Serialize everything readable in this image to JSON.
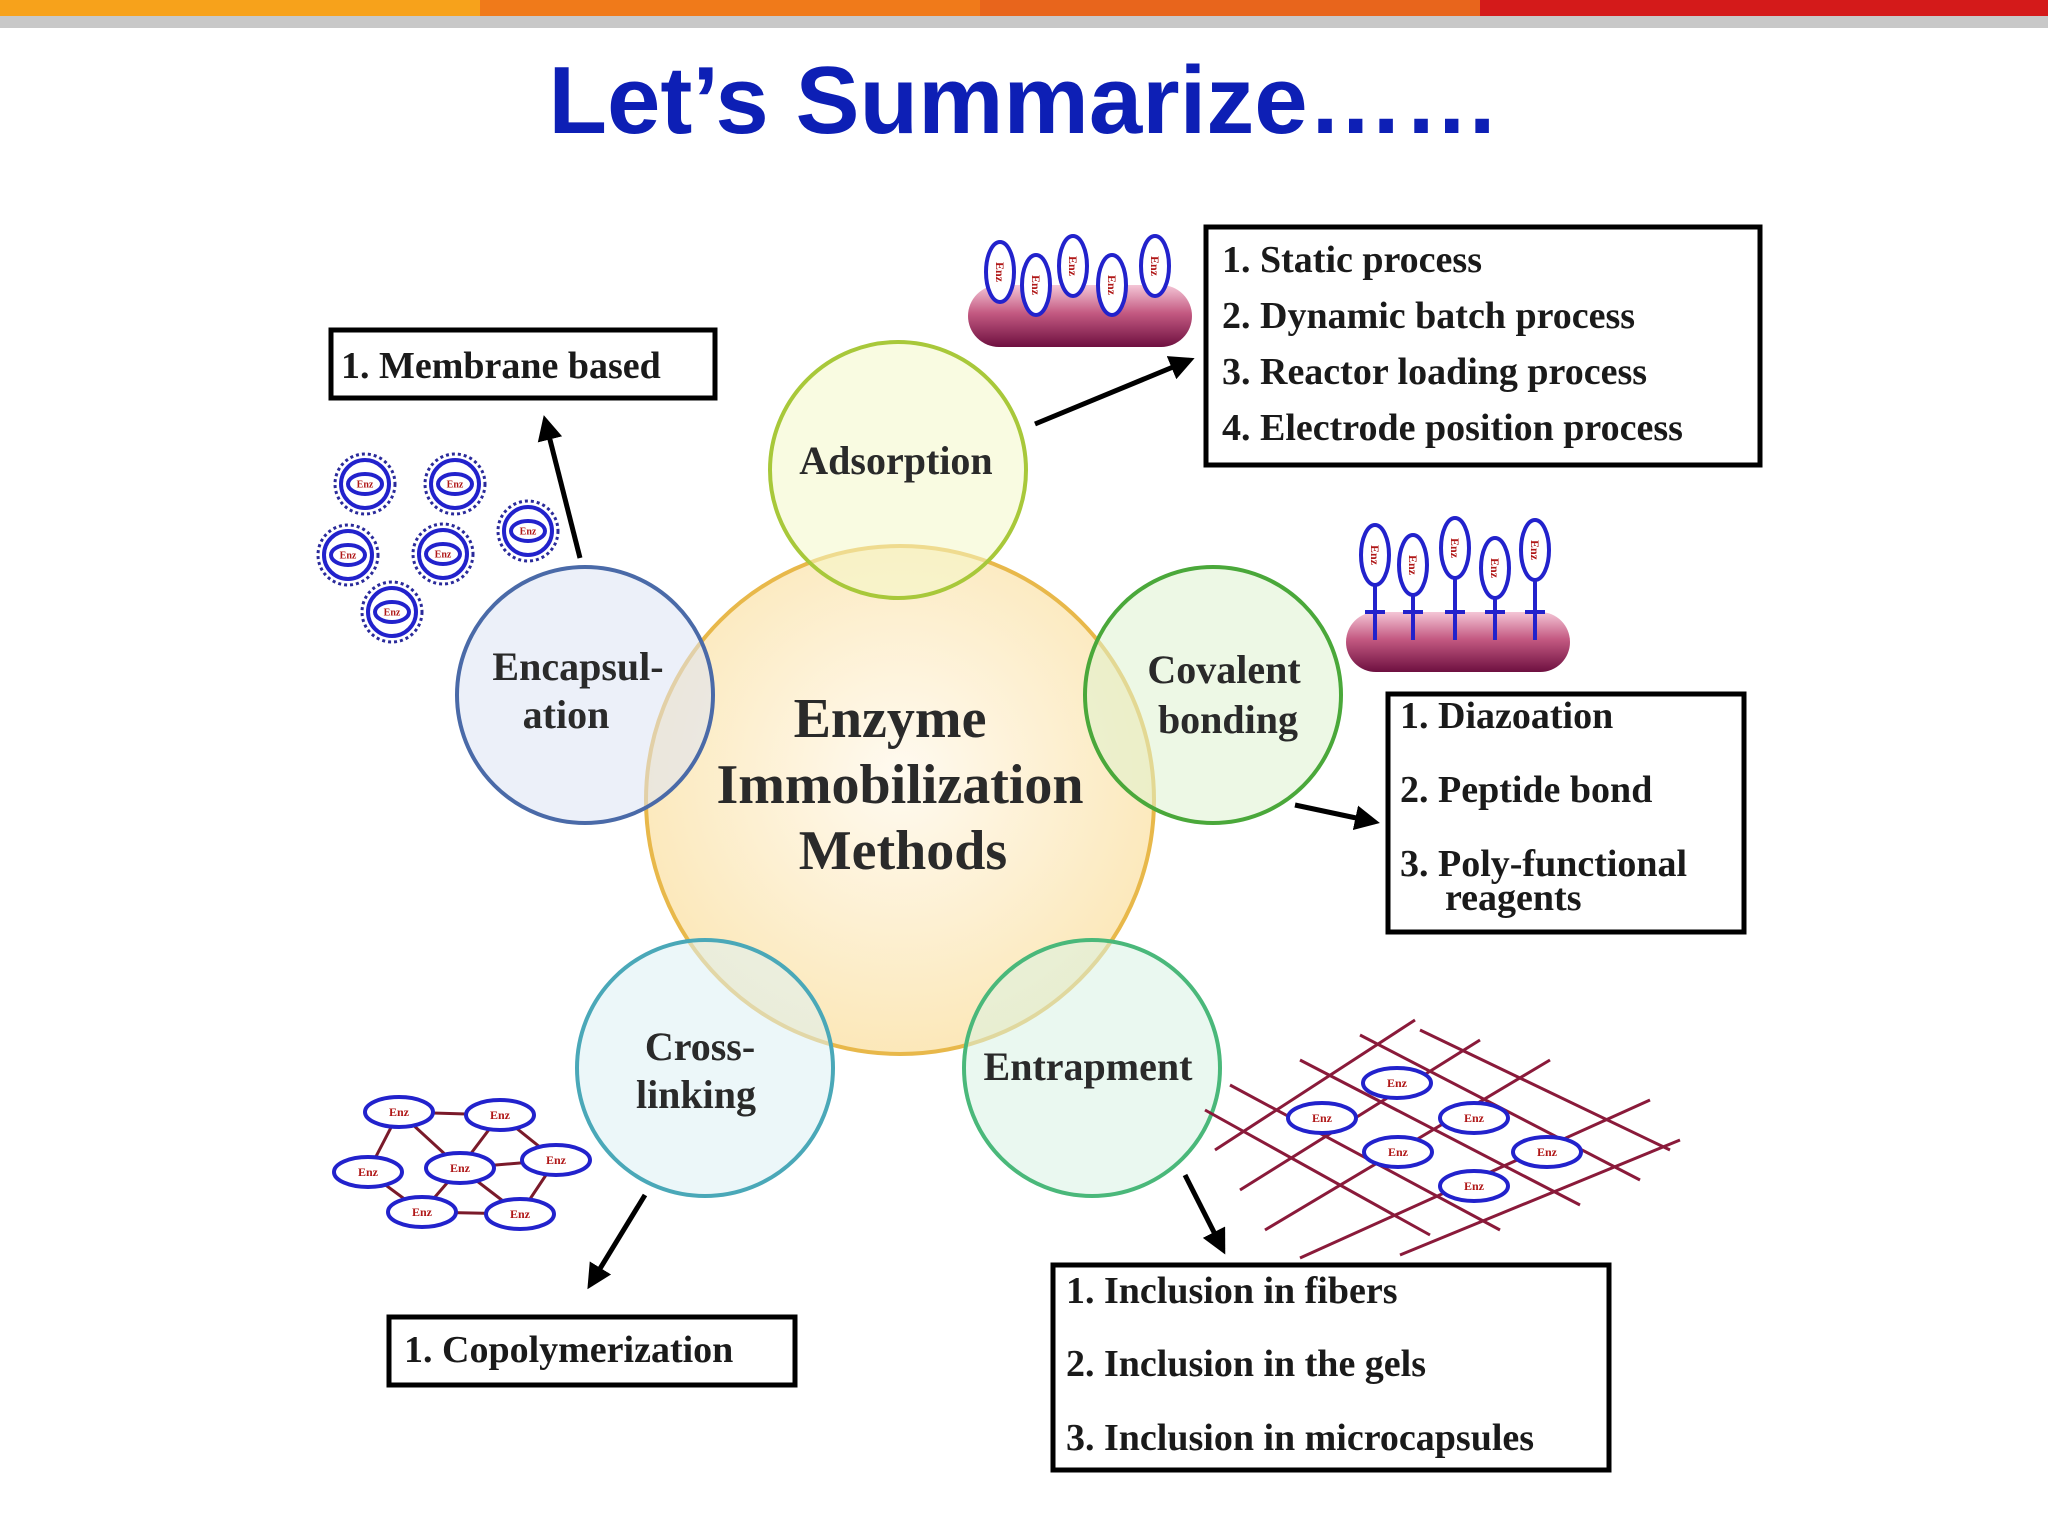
{
  "title": "Let’s Summarize……",
  "center": {
    "line1": "Enzyme",
    "line2": "Immobilization",
    "line3": "Methods"
  },
  "methods": {
    "adsorption": "Adsorption",
    "covalent": {
      "line1": "Covalent",
      "line2": "bonding"
    },
    "entrapment": "Entrapment",
    "crosslinking": {
      "line1": "Cross-",
      "line2": "linking"
    },
    "encapsulation": {
      "line1": "Encapsul-",
      "line2": "ation"
    }
  },
  "boxes": {
    "adsorption": [
      "1. Static process",
      "2. Dynamic batch process",
      "3. Reactor loading process",
      "4. Electrode position process"
    ],
    "covalent": [
      "1. Diazoation",
      "2. Peptide bond",
      "3. Poly-functional",
      "reagents"
    ],
    "entrapment": [
      "1. Inclusion in fibers",
      "2. Inclusion in the gels",
      "3. Inclusion in microcapsules"
    ],
    "crosslinking": [
      "1. Copolymerization"
    ],
    "encapsulation": [
      "1. Membrane based"
    ]
  },
  "enzyme_label": "Enz",
  "colors": {
    "title": "#0d1fb5",
    "topbar": [
      "#f7a21b",
      "#f07a1a",
      "#e8651c",
      "#d41a1a"
    ],
    "center_fill": "#fdf0cf",
    "center_stroke": "#e8b84a",
    "adsorption_fill": "#f4f7c8",
    "adsorption_stroke": "#a8c83a",
    "covalent_fill": "#dff2cf",
    "covalent_stroke": "#4aa83a",
    "entrapment_fill": "#d8f2e4",
    "entrapment_stroke": "#4ab87a",
    "crosslinking_fill": "#dcf1f4",
    "crosslinking_stroke": "#4aa8b8",
    "encapsulation_fill": "#dde4f4",
    "encapsulation_stroke": "#4a6aa8",
    "enzyme_ring": "#2222cc",
    "enzyme_text": "#b01818",
    "support": "#8a1a4a",
    "mesh": "#8a1a3a"
  }
}
